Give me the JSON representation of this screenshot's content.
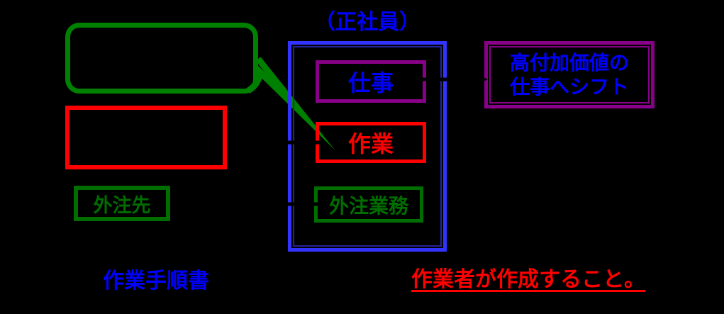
{
  "title": "（正社員）",
  "boxes": {
    "work": "仕事",
    "operation": "作業",
    "outsourced_work": "外注業務",
    "vendor": "外注先",
    "shift_line1": "高付加価値の",
    "shift_line2": "仕事へシフト"
  },
  "labels": {
    "procedure": "作業手順書",
    "note": "作業者が作成すること。"
  },
  "colors": {
    "background": "#000000",
    "blue_border": "#3333ff",
    "blue_text": "#0000ff",
    "red": "#ff0000",
    "bubble_green": "#008000",
    "dark_green": "#006d00",
    "purple": "#880088",
    "connector": "#000000"
  }
}
